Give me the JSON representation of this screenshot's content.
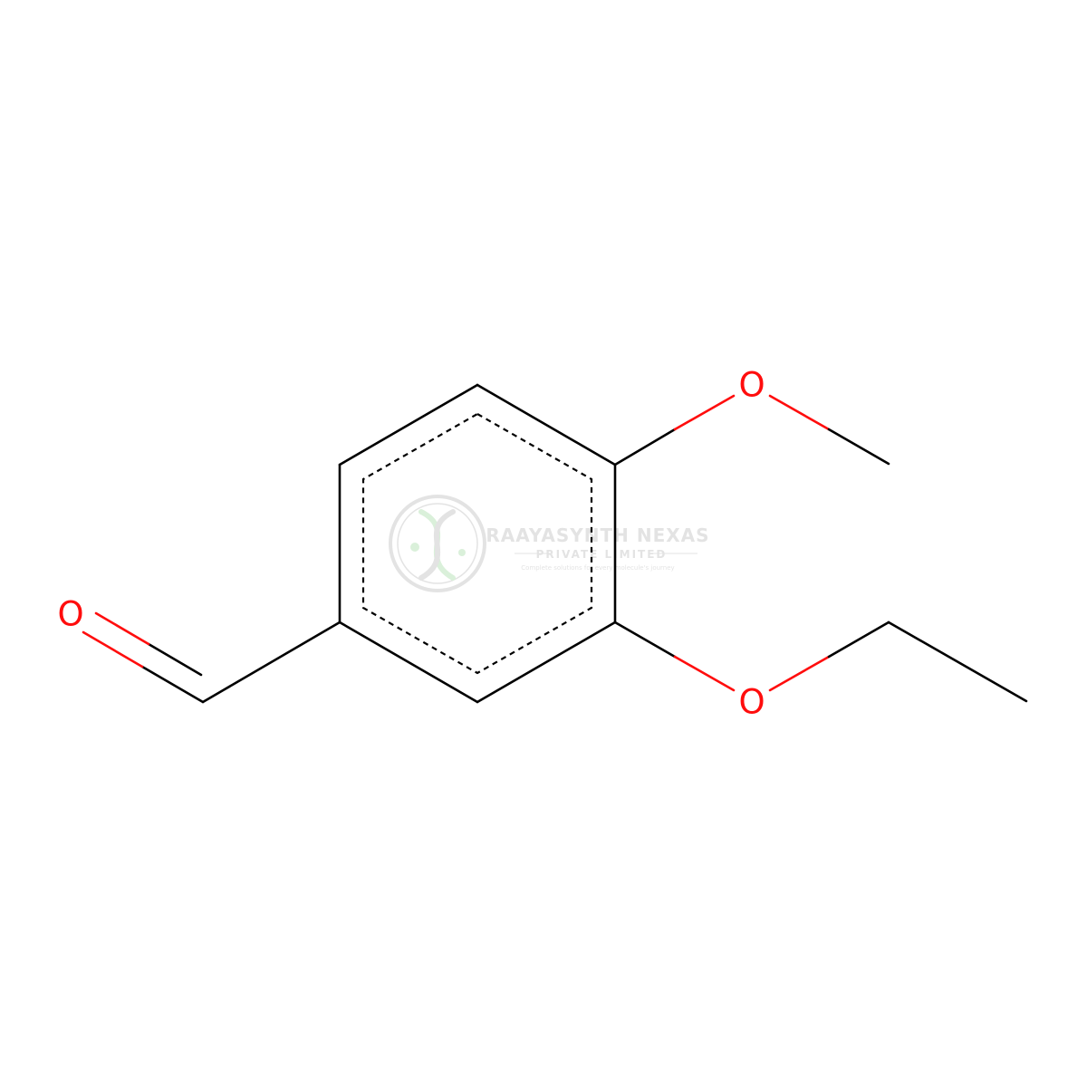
{
  "colors": {
    "carbon_bond": "#000000",
    "oxygen": "#ff0d0d",
    "background": "#ffffff",
    "watermark": "#a9a9a9",
    "watermark_accent": "#8fd18f"
  },
  "molecule": {
    "atoms": [
      {
        "id": "O_aldehyde",
        "label": "O"
      },
      {
        "id": "O_methoxy",
        "label": "O"
      },
      {
        "id": "O_ethoxy",
        "label": "O"
      }
    ]
  },
  "watermark": {
    "title": "RAAYASYNTH NEXAS",
    "subtitle": "PRIVATE LIMITED",
    "tagline": "Complete solutions for every molecule's journey",
    "logo_icon": "dna-helix-icon"
  }
}
